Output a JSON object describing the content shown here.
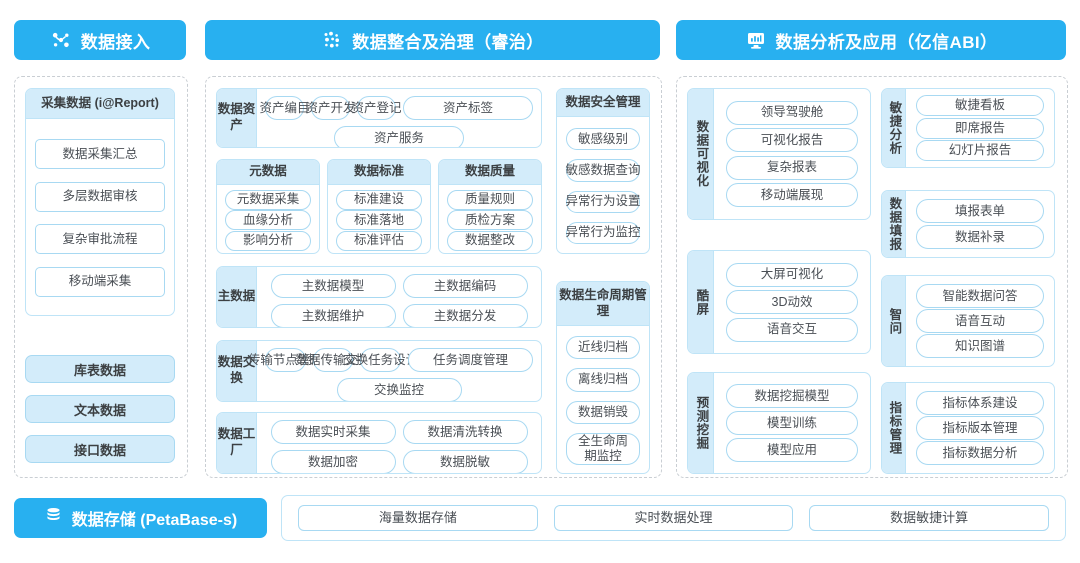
{
  "headers": {
    "ingest": {
      "label": "数据接入",
      "icon": "hub-nodes-icon"
    },
    "integrate": {
      "label": "数据整合及治理（睿治）",
      "icon": "data-dots-icon"
    },
    "analyze": {
      "label": "数据分析及应用（亿信ABI）",
      "icon": "monitor-chart-icon"
    }
  },
  "colors": {
    "accent": "#28b0f0",
    "cap_fill": "#d3ecfa",
    "pill_border": "#a8d9f2",
    "panel_dash": "#c9ced3"
  },
  "ingest": {
    "collect_card": {
      "title": "采集数据 (i@Report)",
      "items": [
        "数据采集汇总",
        "多层数据审核",
        "复杂审批流程",
        "移动端采集"
      ]
    },
    "sources": [
      "库表数据",
      "文本数据",
      "接口数据"
    ]
  },
  "integrate": {
    "asset": {
      "label": "数据资产",
      "items": [
        "资产编目",
        "资产开发",
        "资产登记",
        "资产标签",
        "资产服务"
      ]
    },
    "triple": [
      {
        "title": "元数据",
        "items": [
          "元数据采集",
          "血缘分析",
          "影响分析"
        ]
      },
      {
        "title": "数据标准",
        "items": [
          "标准建设",
          "标准落地",
          "标准评估"
        ]
      },
      {
        "title": "数据质量",
        "items": [
          "质量规则",
          "质检方案",
          "数据整改"
        ]
      }
    ],
    "master": {
      "label": "主数据",
      "items": [
        "主数据模型",
        "主数据编码",
        "主数据维护",
        "主数据分发"
      ]
    },
    "exchange": {
      "label": "数据交换",
      "items": [
        "传输节点管理",
        "数据传输交换",
        "交换任务设计",
        "任务调度管理",
        "交换监控"
      ]
    },
    "factory": {
      "label": "数据工厂",
      "items": [
        "数据实时采集",
        "数据清洗转换",
        "数据加密",
        "数据脱敏"
      ]
    },
    "security": {
      "title": "数据安全管理",
      "items": [
        "敏感级别",
        "敏感数据查询",
        "异常行为设置",
        "异常行为监控"
      ]
    },
    "lifecycle": {
      "title": "数据生命周期管理",
      "items": [
        "近线归档",
        "离线归档",
        "数据销毁",
        "全生命周期监控"
      ]
    }
  },
  "analyze": {
    "left": [
      {
        "label": "数据可视化",
        "items": [
          "领导驾驶舱",
          "可视化报告",
          "复杂报表",
          "移动端展现"
        ]
      },
      {
        "label": "酷屏",
        "items": [
          "大屏可视化",
          "3D动效",
          "语音交互"
        ]
      },
      {
        "label": "预测挖掘",
        "items": [
          "数据挖掘模型",
          "模型训练",
          "模型应用"
        ]
      }
    ],
    "right": [
      {
        "label": "敏捷分析",
        "items": [
          "敏捷看板",
          "即席报告",
          "幻灯片报告"
        ]
      },
      {
        "label": "数据填报",
        "items": [
          "填报表单",
          "数据补录"
        ]
      },
      {
        "label": "智问",
        "items": [
          "智能数据问答",
          "语音互动",
          "知识图谱"
        ]
      },
      {
        "label": "指标管理",
        "items": [
          "指标体系建设",
          "指标版本管理",
          "指标数据分析"
        ]
      }
    ]
  },
  "storage": {
    "label": "数据存储 (PetaBase-s)",
    "icon": "database-icon",
    "items": [
      "海量数据存储",
      "实时数据处理",
      "数据敏捷计算"
    ]
  }
}
